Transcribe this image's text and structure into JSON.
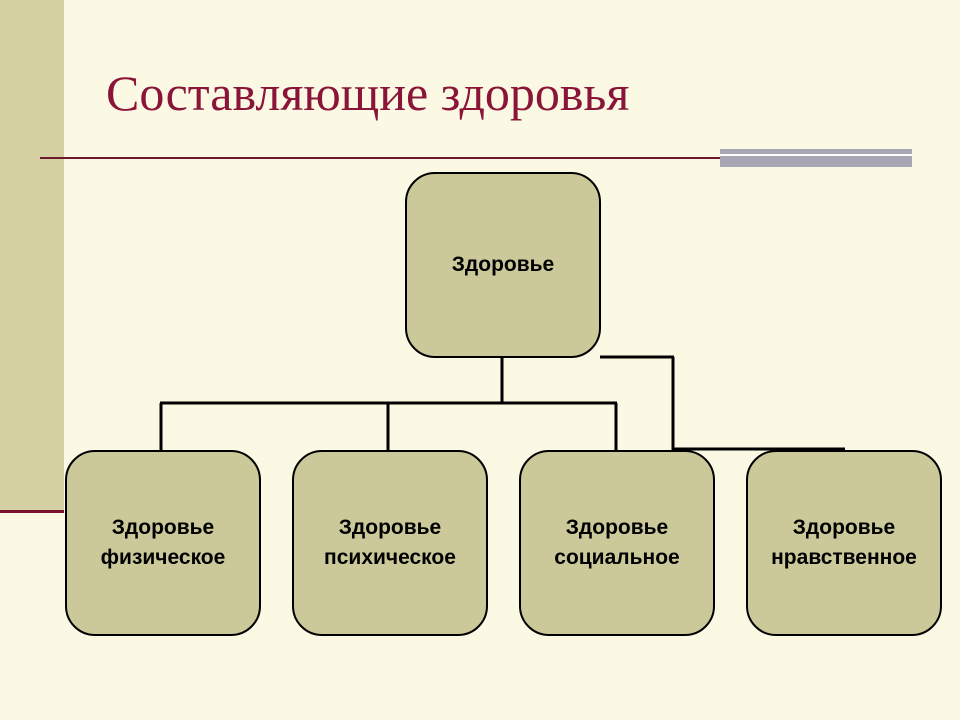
{
  "slide": {
    "title": "Составляющие здоровья"
  },
  "diagram": {
    "root": {
      "label": "Здоровье"
    },
    "children": [
      {
        "line1": "Здоровье",
        "line2": "физическое"
      },
      {
        "line1": "Здоровье",
        "line2": "психическое"
      },
      {
        "line1": "Здоровье",
        "line2": "социальное"
      },
      {
        "line1": "Здоровье",
        "line2": "нравственное"
      }
    ]
  },
  "colors": {
    "background": "#fbf9e4",
    "side_band": "#d4d0a2",
    "title": "#8a1538",
    "box_fill": "#cbc99a",
    "connector": "#000000"
  }
}
